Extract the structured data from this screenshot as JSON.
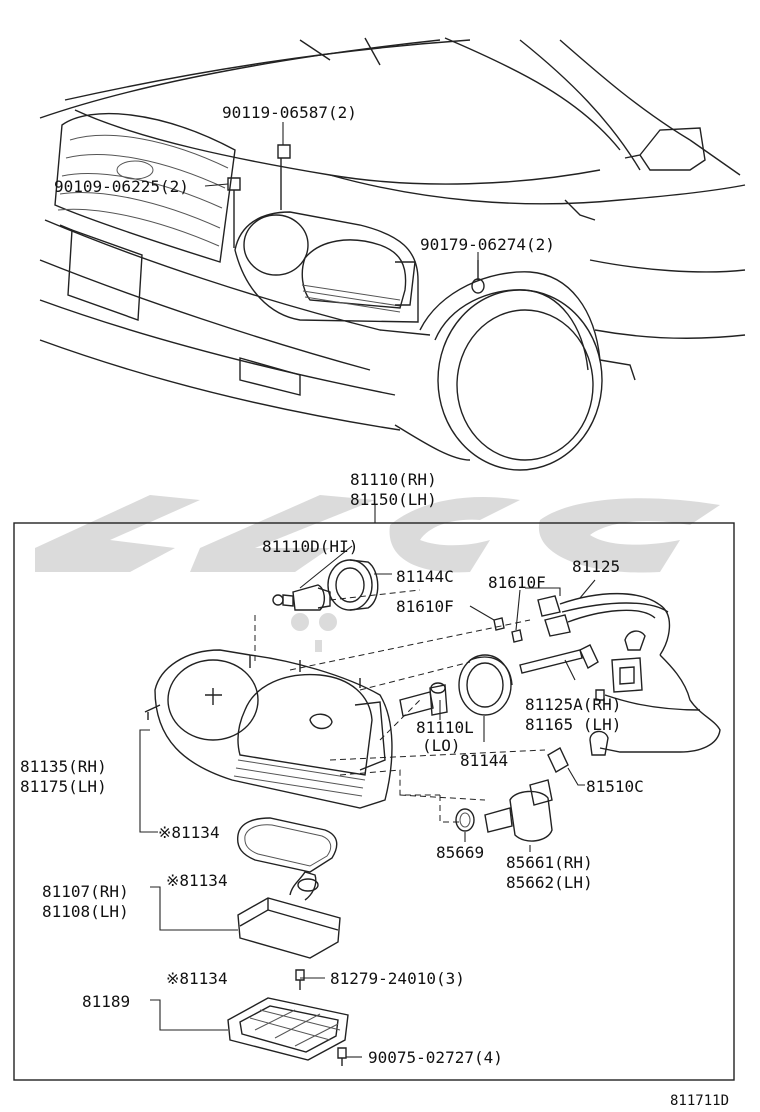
{
  "labels": {
    "bolt_top": "90119-06587(2)",
    "bolt_left": "90109-06225(2)",
    "nut_right": "90179-06274(2)",
    "assy": "81110(RH)",
    "assy_lh": "81150(LH)",
    "hi_bulb": "81110D(HI)",
    "hi_cover": "81144C",
    "socket_top": "81610F",
    "socket_mid": "81610F",
    "harness": "81125",
    "harness_a": "81125A(RH)",
    "harness_b": "81165  (LH)",
    "lo_bulb": "81110L",
    "lo_tag": "(LO)",
    "lo_cover": "81144",
    "lens_rh": "81135(RH)",
    "lens_lh": "81175(LH)",
    "side_bulb": "81510C",
    "gasket_1": "※81134",
    "oring": "85669",
    "ign_rh": "85661(RH)",
    "ign_lh": "85662(LH)",
    "ballast_rh": "81107(RH)",
    "ballast_lh": "81108(LH)",
    "gasket_2": "※81134",
    "screw_a": "81279-24010(3)",
    "bracket": "81189",
    "gasket_3": "※81134",
    "screw_b": "90075-02727(4)",
    "diagram_id": "811711D"
  }
}
